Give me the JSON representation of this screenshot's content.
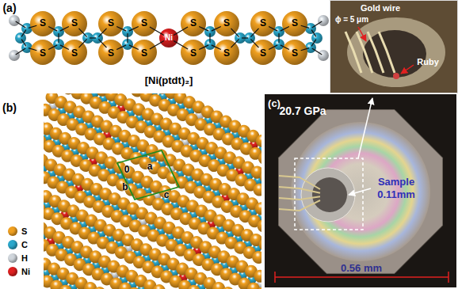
{
  "diagram": {
    "labels": [
      "(a)",
      "S",
      "S",
      "S",
      "S",
      "S",
      "S",
      "S",
      "S",
      "Ni",
      "S",
      "S",
      "S",
      "S",
      "S",
      "S",
      "S",
      "S",
      "[Ni(ptdt)₂]",
      "Gold wire",
      "ϕ = 5 μm",
      "Ruby",
      "(b)",
      "0",
      "a",
      "b",
      "c",
      "(c)",
      "20.7 GPa",
      "Sample",
      "0.11mm",
      "0.56 mm"
    ],
    "legend": [
      {
        "text": "S",
        "color": "#f0a020"
      },
      {
        "text": "C",
        "color": "#2aa8cc"
      },
      {
        "text": "H",
        "color": "#d0d6dc"
      },
      {
        "text": "Ni",
        "color": "#e02020"
      }
    ]
  }
}
